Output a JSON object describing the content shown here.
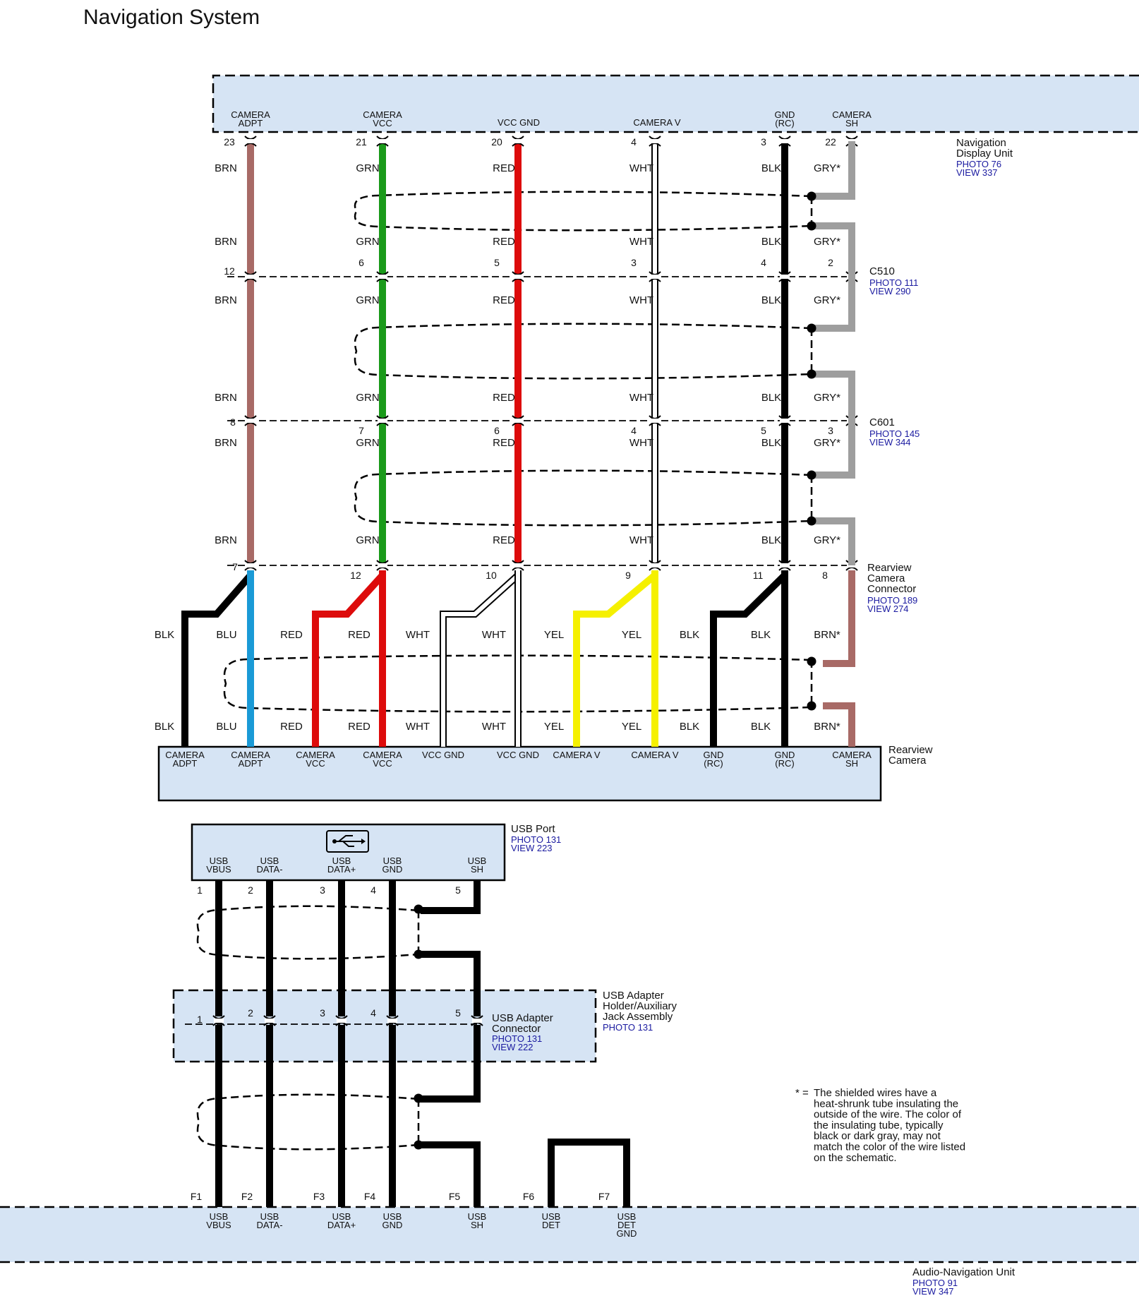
{
  "title": "Navigation System",
  "colors": {
    "connector_fill": "#d6e4f4",
    "BRN": "#a86a66",
    "GRN": "#1a9a1a",
    "RED": "#dd0b0b",
    "WHT": "#ffffff",
    "BLK": "#000000",
    "GRY": "#9e9e9e",
    "BLU": "#1a9ad6",
    "YEL": "#f5f000",
    "ref": "#1a1aa0"
  },
  "nav_unit": {
    "name": "Navigation Display Unit",
    "name_lines": [
      "Navigation",
      "Display Unit"
    ],
    "photo": "PHOTO 76",
    "view": "VIEW 337",
    "pins": [
      {
        "label": [
          "CAMERA",
          "ADPT"
        ],
        "num": "23",
        "color": "BRN"
      },
      {
        "label": [
          "CAMERA",
          "VCC"
        ],
        "num": "21",
        "color": "GRN"
      },
      {
        "label": [
          "VCC GND"
        ],
        "num": "20",
        "color": "RED"
      },
      {
        "label": [
          "CAMERA V"
        ],
        "num": "4",
        "color": "WHT"
      },
      {
        "label": [
          "GND",
          "(RC)"
        ],
        "num": "3",
        "color": "BLK"
      },
      {
        "label": [
          "CAMERA",
          "SH"
        ],
        "num": "22",
        "color": "GRY*"
      }
    ]
  },
  "c510": {
    "name": "C510",
    "photo": "PHOTO 111",
    "view": "VIEW 290",
    "nums": [
      "12",
      "6",
      "5",
      "3",
      "4",
      "2"
    ]
  },
  "c601": {
    "name": "C601",
    "photo": "PHOTO 145",
    "view": "VIEW 344",
    "nums": [
      "8",
      "7",
      "6",
      "4",
      "5",
      "3"
    ]
  },
  "rear_conn": {
    "name_lines": [
      "Rearview",
      "Camera",
      "Connector"
    ],
    "photo": "PHOTO 189",
    "view": "VIEW 274",
    "nums": [
      "7",
      "12",
      "10",
      "9",
      "11",
      "8"
    ]
  },
  "wire_labels_upper": [
    "BRN",
    "GRN",
    "RED",
    "WHT",
    "BLK",
    "GRY*"
  ],
  "wire_labels_lower": [
    "BLK",
    "BLU",
    "RED",
    "RED",
    "WHT",
    "WHT",
    "YEL",
    "YEL",
    "BLK",
    "BLK",
    "BRN*"
  ],
  "rear_camera": {
    "name_lines": [
      "Rearview",
      "Camera"
    ],
    "pins": [
      [
        "CAMERA",
        "ADPT"
      ],
      [
        "CAMERA",
        "ADPT"
      ],
      [
        "CAMERA",
        "VCC"
      ],
      [
        "CAMERA",
        "VCC"
      ],
      [
        "VCC GND"
      ],
      [
        "VCC GND"
      ],
      [
        "CAMERA V"
      ],
      [
        "CAMERA V"
      ],
      [
        "GND",
        "(RC)"
      ],
      [
        "GND",
        "(RC)"
      ],
      [
        "CAMERA",
        "SH"
      ]
    ]
  },
  "usb_port": {
    "name": "USB Port",
    "photo": "PHOTO 131",
    "view": "VIEW 223",
    "pins": [
      [
        "USB",
        "VBUS"
      ],
      [
        "USB",
        "DATA-"
      ],
      [
        "USB",
        "DATA+"
      ],
      [
        "USB",
        "GND"
      ],
      [
        "USB",
        "SH"
      ]
    ],
    "nums": [
      "1",
      "2",
      "3",
      "4",
      "5"
    ]
  },
  "usb_adapter": {
    "name_lines": [
      "USB Adapter",
      "Connector"
    ],
    "photo": "PHOTO 131",
    "view": "VIEW 222",
    "nums": [
      "1",
      "2",
      "3",
      "4",
      "5"
    ],
    "holder_lines": [
      "USB Adapter",
      "Holder/Auxiliary",
      "Jack Assembly"
    ],
    "holder_photo": "PHOTO 131"
  },
  "audio_nav": {
    "name": "Audio-Navigation Unit",
    "photo": "PHOTO 91",
    "view": "VIEW 347",
    "nums": [
      "F1",
      "F2",
      "F3",
      "F4",
      "F5",
      "F6",
      "F7"
    ],
    "pins": [
      [
        "USB",
        "VBUS"
      ],
      [
        "USB",
        "DATA-"
      ],
      [
        "USB",
        "DATA+"
      ],
      [
        "USB",
        "GND"
      ],
      [
        "USB",
        "SH"
      ],
      [
        "USB",
        "DET"
      ],
      [
        "USB",
        "DET",
        "GND"
      ]
    ]
  },
  "footnote": {
    "mark": "* =",
    "lines": [
      "The shielded wires have a",
      "heat-shrunk tube insulating the",
      "outside of the wire. The color of",
      "the insulating tube, typically",
      "black or dark gray, may not",
      "match the color of the wire listed",
      "on the schematic."
    ]
  }
}
